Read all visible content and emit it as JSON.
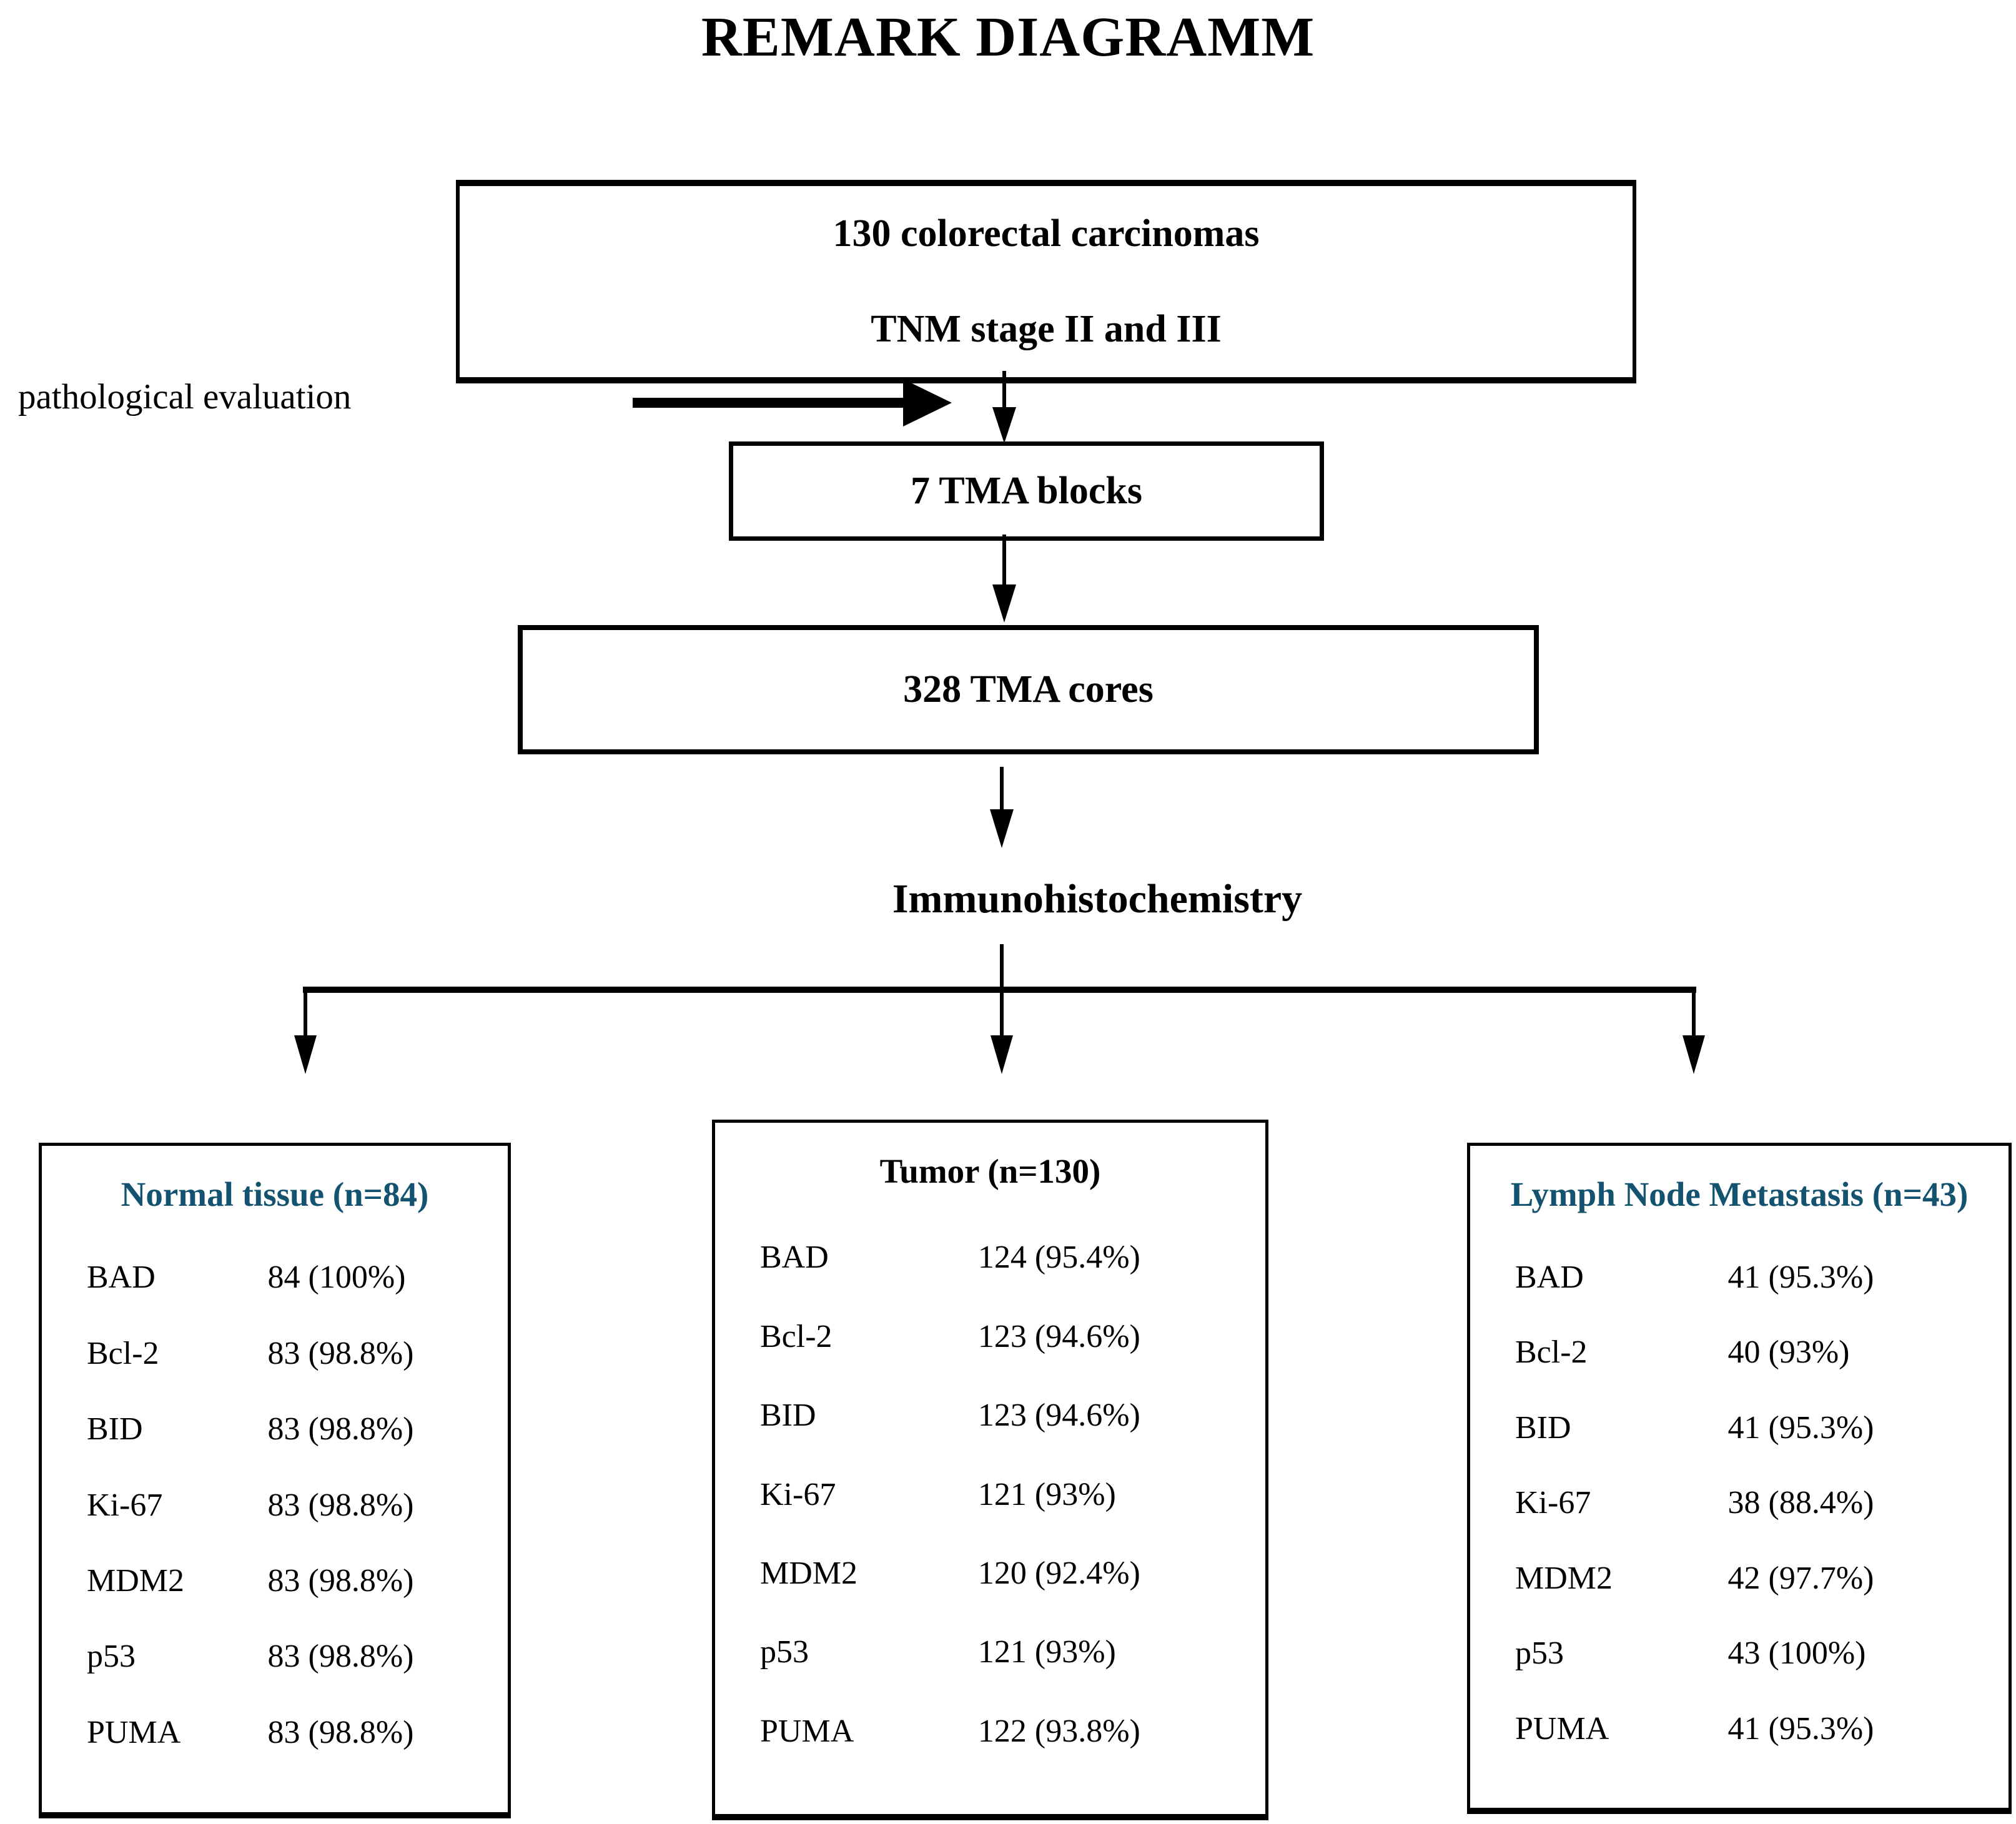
{
  "title": "REMARK DIAGRAMM",
  "flow": {
    "top_box": {
      "line1": "130 colorectal carcinomas",
      "line2": "TNM stage II and III"
    },
    "side_label": "pathological evaluation",
    "tma_blocks_box": "7 TMA blocks",
    "tma_cores_box": "328 TMA cores",
    "ihc_label": "Immunohistochemistry"
  },
  "colors": {
    "accent_header": "#14536f",
    "line": "#000000",
    "background": "#ffffff"
  },
  "groups": [
    {
      "title": "Normal tissue (n=84)",
      "rows": [
        {
          "marker": "BAD",
          "value": "84 (100%)"
        },
        {
          "marker": "Bcl-2",
          "value": "83 (98.8%)"
        },
        {
          "marker": "BID",
          "value": "83 (98.8%)"
        },
        {
          "marker": "Ki-67",
          "value": "83 (98.8%)"
        },
        {
          "marker": "MDM2",
          "value": "83 (98.8%)"
        },
        {
          "marker": "p53",
          "value": "83 (98.8%)"
        },
        {
          "marker": "PUMA",
          "value": "83 (98.8%)"
        }
      ]
    },
    {
      "title": "Tumor (n=130)",
      "rows": [
        {
          "marker": "BAD",
          "value": "124 (95.4%)"
        },
        {
          "marker": "Bcl-2",
          "value": "123 (94.6%)"
        },
        {
          "marker": "BID",
          "value": "123 (94.6%)"
        },
        {
          "marker": "Ki-67",
          "value": "121 (93%)"
        },
        {
          "marker": "MDM2",
          "value": "120 (92.4%)"
        },
        {
          "marker": "p53",
          "value": "121 (93%)"
        },
        {
          "marker": "PUMA",
          "value": "122 (93.8%)"
        }
      ]
    },
    {
      "title": "Lymph Node Metastasis (n=43)",
      "rows": [
        {
          "marker": "BAD",
          "value": "41 (95.3%)"
        },
        {
          "marker": "Bcl-2",
          "value": "40 (93%)"
        },
        {
          "marker": "BID",
          "value": "41 (95.3%)"
        },
        {
          "marker": "Ki-67",
          "value": "38 (88.4%)"
        },
        {
          "marker": "MDM2",
          "value": "42 (97.7%)"
        },
        {
          "marker": "p53",
          "value": "43 (100%)"
        },
        {
          "marker": "PUMA",
          "value": "41 (95.3%)"
        }
      ]
    }
  ]
}
